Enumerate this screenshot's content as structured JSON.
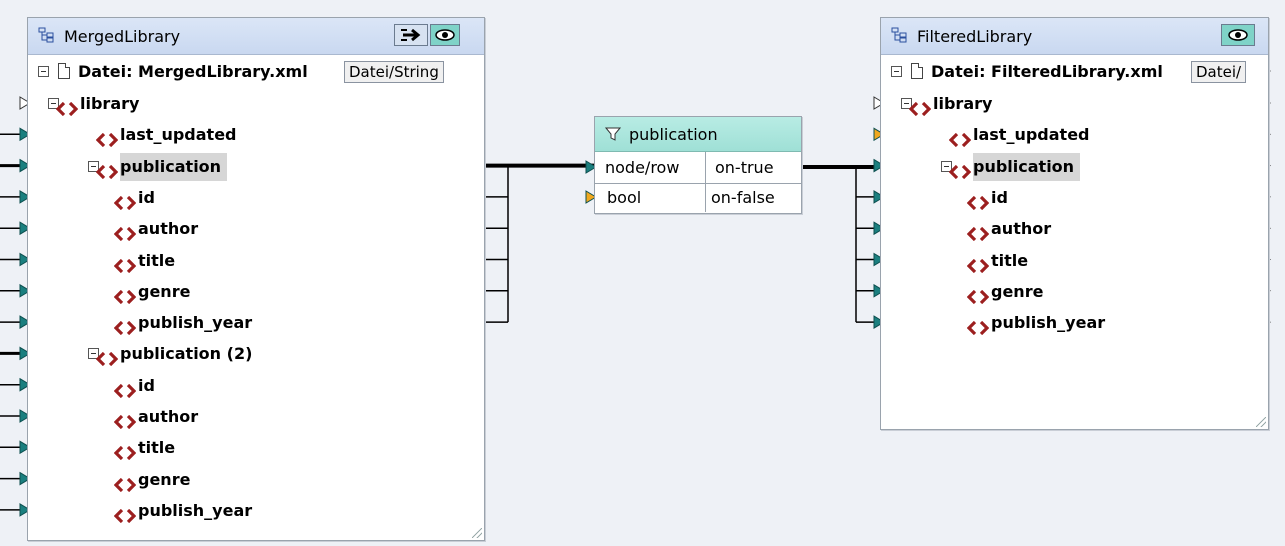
{
  "colors": {
    "canvas": "#eef1f6",
    "connector_teal": "#1b7f7f",
    "connector_orange": "#f0a81e",
    "tag_red": "#9c1f1f",
    "filter_header": "#a8e6dc"
  },
  "merged": {
    "title": "MergedLibrary",
    "file_label": "Datei: MergedLibrary.xml",
    "file_button": "Datei/String",
    "rows": [
      {
        "label": "library"
      },
      {
        "label": "last_updated"
      },
      {
        "label": "publication"
      },
      {
        "label": "id"
      },
      {
        "label": "author"
      },
      {
        "label": "title"
      },
      {
        "label": "genre"
      },
      {
        "label": "publish_year"
      },
      {
        "label": "publication (2)"
      },
      {
        "label": "id"
      },
      {
        "label": "author"
      },
      {
        "label": "title"
      },
      {
        "label": "genre"
      },
      {
        "label": "publish_year"
      }
    ]
  },
  "filter": {
    "title": "publication",
    "in1": "node/row",
    "in2": "bool",
    "out1": "on-true",
    "out2": "on-false"
  },
  "filtered": {
    "title": "FilteredLibrary",
    "file_label": "Datei: FilteredLibrary.xml",
    "file_button": "Datei/",
    "rows": [
      {
        "label": "library"
      },
      {
        "label": "last_updated"
      },
      {
        "label": "publication"
      },
      {
        "label": "id"
      },
      {
        "label": "author"
      },
      {
        "label": "title"
      },
      {
        "label": "genre"
      },
      {
        "label": "publish_year"
      }
    ]
  }
}
